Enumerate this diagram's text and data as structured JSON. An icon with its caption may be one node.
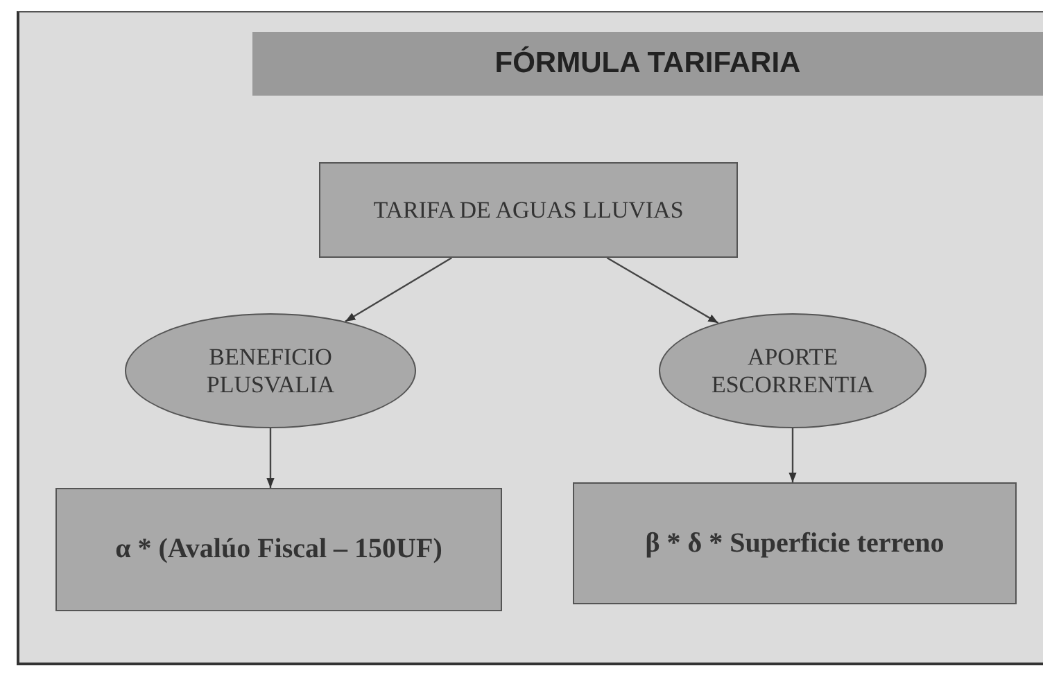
{
  "diagram": {
    "title": "FÓRMULA TARIFARIA",
    "nodes": [
      {
        "text": [
          "TARIFA DE AGUAS LLUVIAS"
        ]
      },
      {
        "text": [
          "BENEFICIO PLUSVALIA"
        ]
      },
      {
        "text": [
          "APORTE ESCORRENTIA"
        ]
      },
      {
        "text": [
          "α * (Avalúo Fiscal – 150UF)"
        ]
      },
      {
        "text": [
          "β * δ * Superficie terreno"
        ]
      }
    ],
    "edges": [
      {
        "from": 0,
        "to": 1,
        "arrow": "to"
      },
      {
        "from": 0,
        "to": 2,
        "arrow": "to"
      },
      {
        "from": 1,
        "to": 3,
        "arrow": "to"
      },
      {
        "from": 2,
        "to": 4,
        "arrow": "to"
      }
    ]
  }
}
